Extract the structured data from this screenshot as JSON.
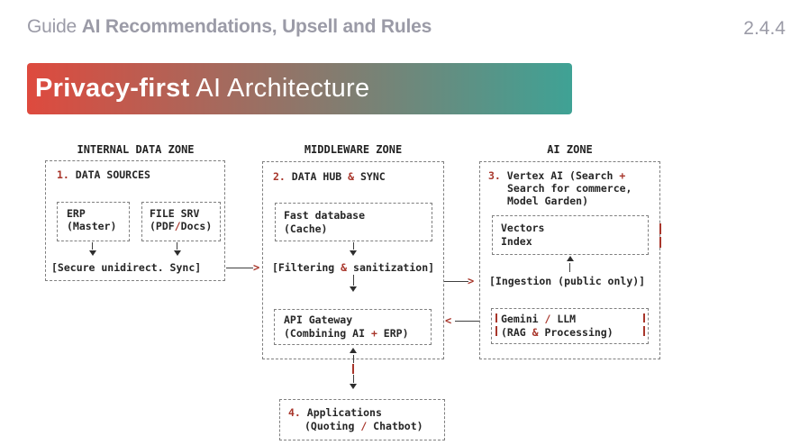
{
  "colors": {
    "accent": "#a8362b",
    "muted": "#9b9ba7",
    "banner_from": "#de4a3e",
    "banner_to": "#3fa295",
    "border": "#7f7f7f",
    "line": "#3f3f3f",
    "text": "#262626",
    "background": "#ffffff"
  },
  "header": {
    "guide_label": "Guide ",
    "title": "AI Recommendations, Upsell and Rules",
    "version": "2.4.4"
  },
  "banner": {
    "emphasis": "Privacy-first",
    "rest": " AI Architecture"
  },
  "icons": {
    "arrow_right": ">",
    "arrow_left": "<"
  },
  "diagram": {
    "internal": {
      "title": "INTERNAL DATA ZONE",
      "heading": [
        {
          "t": "1.",
          "accent": true
        },
        {
          "t": " DATA SOURCES"
        }
      ],
      "erp_line1": "ERP",
      "erp_line2": "(Master)",
      "file_line1": "FILE SRV",
      "file_line2": [
        {
          "t": "(PDF"
        },
        {
          "t": "/",
          "accent": true
        },
        {
          "t": "Docs)"
        }
      ],
      "sync_label": "[Secure unidirect. Sync]"
    },
    "middleware": {
      "title": "MIDDLEWARE ZONE",
      "heading": [
        {
          "t": "2.",
          "accent": true
        },
        {
          "t": " DATA HUB "
        },
        {
          "t": "&",
          "accent": true
        },
        {
          "t": " SYNC"
        }
      ],
      "fastdb_line1": "Fast database",
      "fastdb_line2": "(Cache)",
      "filtering_label": [
        {
          "t": "[Filtering "
        },
        {
          "t": "&",
          "accent": true
        },
        {
          "t": " sanitization]"
        }
      ],
      "api_line1": "API Gateway",
      "api_line2": [
        {
          "t": "(Combining AI "
        },
        {
          "t": "+",
          "accent": true
        },
        {
          "t": " ERP)"
        }
      ]
    },
    "ai": {
      "title": "AI ZONE",
      "heading_line1": [
        {
          "t": "3.",
          "accent": true
        },
        {
          "t": " Vertex AI (Search "
        },
        {
          "t": "+",
          "accent": true
        }
      ],
      "heading_line2": "Search for commerce,",
      "heading_line3": "Model Garden)",
      "vectors_line1": "Vectors",
      "vectors_line2": "Index",
      "ingestion_label": "[Ingestion (public only)]",
      "gemini_line1": [
        {
          "t": "Gemini "
        },
        {
          "t": "/",
          "accent": true
        },
        {
          "t": " LLM"
        }
      ],
      "gemini_line2": [
        {
          "t": "(RAG "
        },
        {
          "t": "&",
          "accent": true
        },
        {
          "t": " Processing)"
        }
      ]
    },
    "applications": {
      "line1": [
        {
          "t": "4.",
          "accent": true
        },
        {
          "t": " Applications"
        }
      ],
      "line2": [
        {
          "t": "(Quoting "
        },
        {
          "t": "/",
          "accent": true
        },
        {
          "t": " Chatbot)"
        }
      ]
    }
  }
}
